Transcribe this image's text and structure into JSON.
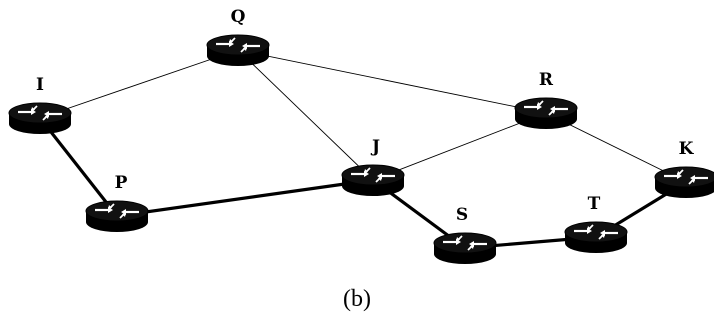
{
  "caption": "(b)",
  "nodes": [
    {
      "id": "I",
      "label": "I"
    },
    {
      "id": "Q",
      "label": "Q"
    },
    {
      "id": "R",
      "label": "R"
    },
    {
      "id": "K",
      "label": "K"
    },
    {
      "id": "P",
      "label": "P"
    },
    {
      "id": "J",
      "label": "J"
    },
    {
      "id": "S",
      "label": "S"
    },
    {
      "id": "T",
      "label": "T"
    }
  ],
  "edges": [
    {
      "from": "I",
      "to": "Q",
      "weight": "thin"
    },
    {
      "from": "Q",
      "to": "R",
      "weight": "thin"
    },
    {
      "from": "Q",
      "to": "J",
      "weight": "thin"
    },
    {
      "from": "R",
      "to": "J",
      "weight": "thin"
    },
    {
      "from": "R",
      "to": "K",
      "weight": "thin"
    },
    {
      "from": "I",
      "to": "P",
      "weight": "thick"
    },
    {
      "from": "P",
      "to": "J",
      "weight": "thick"
    },
    {
      "from": "J",
      "to": "S",
      "weight": "thick"
    },
    {
      "from": "S",
      "to": "T",
      "weight": "thick"
    },
    {
      "from": "T",
      "to": "K",
      "weight": "thick"
    }
  ],
  "icon": "router-icon"
}
